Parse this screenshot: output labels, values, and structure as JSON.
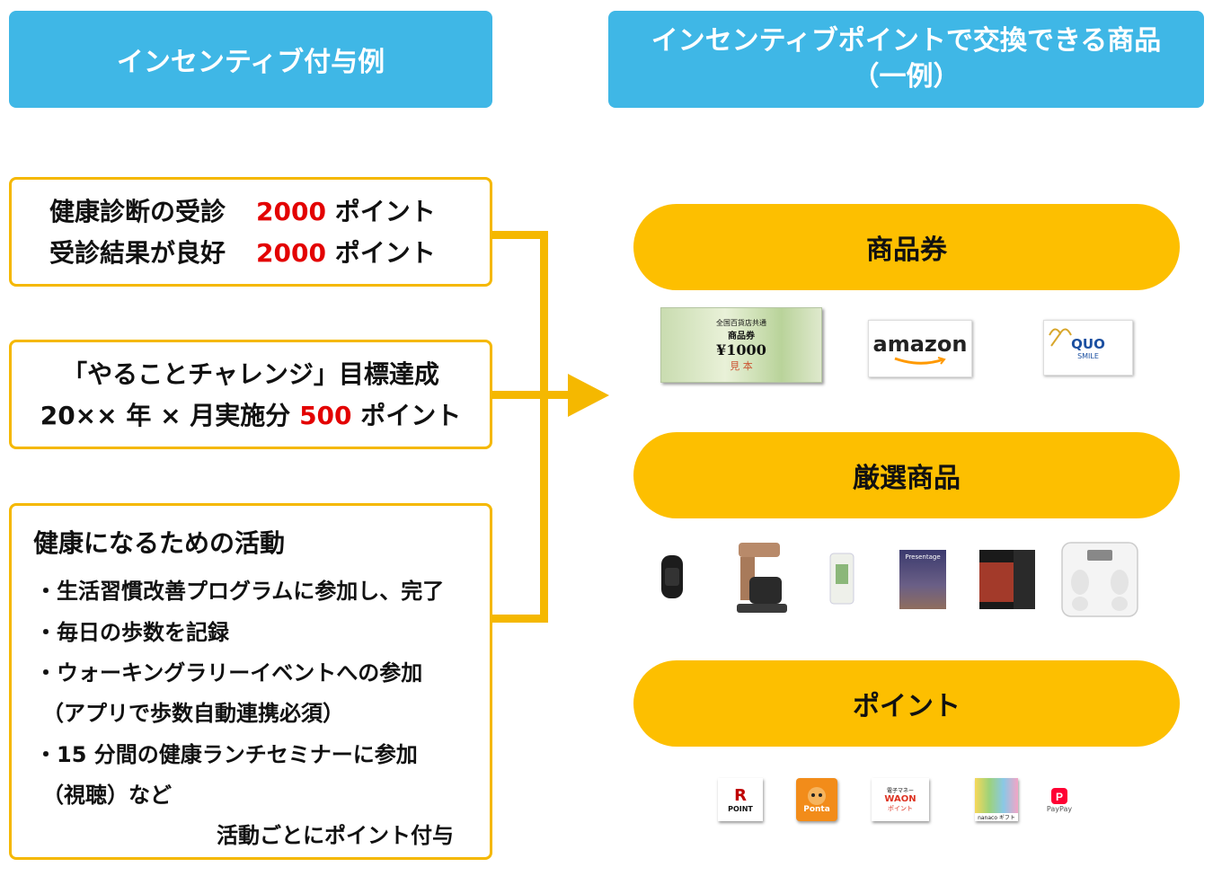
{
  "header_left": "インセンティブ付与例",
  "header_right": {
    "line1": "インセンティブポイントで交換できる商品",
    "line2": "（一例）"
  },
  "box1": {
    "row1": {
      "label": "健康診断の受診",
      "points": "2000",
      "unit": "ポイント"
    },
    "row2": {
      "label": "受診結果が良好",
      "points": "2000",
      "unit": "ポイント"
    }
  },
  "box2": {
    "line1": "「やることチャレンジ」目標達成",
    "line2_label": "20×× 年 × 月実施分",
    "line2_points": "500",
    "line2_unit": "ポイント"
  },
  "box3": {
    "title": "健康になるための活動",
    "items": [
      "・生活習慣改善プログラムに参加し、完了",
      "・毎日の歩数を記録",
      "・ウォーキングラリーイベントへの参加",
      "（アプリで歩数自動連携必須）",
      "・15 分間の健康ランチセミナーに参加",
      "（視聴）など"
    ],
    "footer": "活動ごとにポイント付与"
  },
  "categories": [
    "商品券",
    "厳選商品",
    "ポイント"
  ],
  "logos": {
    "gift_card_text1": "全国百貨店共通",
    "gift_card_text2": "商品券",
    "gift_card_text3": "¥1000",
    "gift_card_text4": "見 本",
    "amazon": "amazon",
    "quo_top": "QUO",
    "quo_bottom": "SMILE",
    "rpoint_r": "R",
    "rpoint_text": "POINT",
    "ponta": "Ponta",
    "waon_top": "電子マネー",
    "waon_mid": "WAON",
    "waon_bot": "ポイント",
    "nanaco": "nanaco ギフト",
    "paypay": "PayPay",
    "presentage": "Presentage"
  },
  "colors": {
    "header_bg": "#3fb7e6",
    "accent_yellow": "#fdbf00",
    "border_yellow": "#f5b800",
    "red": "#e30000"
  }
}
